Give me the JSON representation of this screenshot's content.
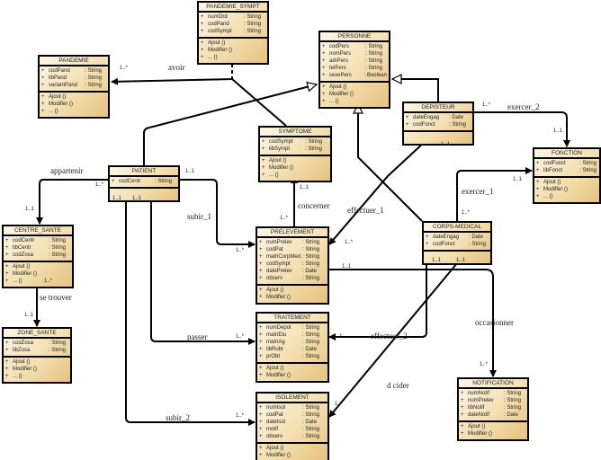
{
  "classes": {
    "pandemie_sympt": {
      "name": "PANDEMIE_SYMPT",
      "attributes": [
        {
          "name": "numOrd",
          "type": ": String"
        },
        {
          "name": "codPand",
          "type": ": String"
        },
        {
          "name": "codSympt",
          "type": ": String"
        }
      ],
      "methods": [
        "Ajout ()",
        "Modifier ()",
        "... ()"
      ]
    },
    "personne": {
      "name": "PERSONNE",
      "attributes": [
        {
          "name": "codPers",
          "type": ": String"
        },
        {
          "name": "nomPers",
          "type": ": String"
        },
        {
          "name": "adrPers",
          "type": ": String"
        },
        {
          "name": "telPers",
          "type": ": String"
        },
        {
          "name": "sexePers",
          "type": ": Boolean"
        }
      ],
      "methods": [
        "Ajout ()",
        "Modifier ()",
        "... ()"
      ]
    },
    "pandemie": {
      "name": "PANDEMIE",
      "attributes": [
        {
          "name": "codPand",
          "type": ": String"
        },
        {
          "name": "libPand",
          "type": ": String"
        },
        {
          "name": "variantPand",
          "type": ": String"
        }
      ],
      "methods": [
        "Ajout ()",
        "Modifier ()",
        "... ()"
      ]
    },
    "symptome": {
      "name": "SYMPTOME",
      "attributes": [
        {
          "name": "codSympt",
          "type": ": String"
        },
        {
          "name": "libSympt",
          "type": ": String"
        }
      ],
      "methods": [
        "Ajout ()",
        "Modifier ()",
        "... ()"
      ]
    },
    "patient": {
      "name": "PATIENT",
      "attributes": [
        {
          "name": "codCentr",
          "type": ": String"
        }
      ],
      "methods": []
    },
    "depisteur": {
      "name": "DEPISTEUR",
      "attributes": [
        {
          "name": "dateEngag",
          "type": ": Date"
        },
        {
          "name": "codFonct",
          "type": ": String"
        }
      ],
      "methods": []
    },
    "fonction": {
      "name": "FONCTION",
      "attributes": [
        {
          "name": "codFonct",
          "type": ": String"
        },
        {
          "name": "libFonct",
          "type": ": String"
        }
      ],
      "methods": [
        "Ajout ()",
        "Modifier ()",
        "... ()"
      ]
    },
    "centre_sante": {
      "name": "CENTRE_SANTE",
      "attributes": [
        {
          "name": "codCentr",
          "type": ": String"
        },
        {
          "name": "libCentr",
          "type": ": String"
        },
        {
          "name": "codZosa",
          "type": ": String"
        }
      ],
      "methods": [
        "Ajout ()",
        "Modifier ()",
        "... ()"
      ]
    },
    "zone_sante": {
      "name": "ZONE_SANTE",
      "attributes": [
        {
          "name": "codZosa",
          "type": ": String"
        },
        {
          "name": "libZosa",
          "type": ": String"
        }
      ],
      "methods": [
        "Ajout ()",
        "Modifier ()",
        "... ()"
      ]
    },
    "prelevement": {
      "name": "PRELEVEMENT",
      "attributes": [
        {
          "name": "numPrelev",
          "type": ": String"
        },
        {
          "name": "codPat",
          "type": ": String"
        },
        {
          "name": "matriCorpMed",
          "type": ": String"
        },
        {
          "name": "codSympt",
          "type": ": String"
        },
        {
          "name": "datePrelev",
          "type": ": Date"
        },
        {
          "name": "observ",
          "type": ": String"
        }
      ],
      "methods": [
        "Ajout ()",
        "Modifier ()"
      ]
    },
    "corps_medical": {
      "name": "CORPS-MEDICAL",
      "attributes": [
        {
          "name": "dateEngag",
          "type": ": Date"
        },
        {
          "name": "codFonct",
          "type": ": String"
        }
      ],
      "methods": []
    },
    "traitement": {
      "name": "TRAITEMENT",
      "attributes": [
        {
          "name": "numDepot",
          "type": ": String"
        },
        {
          "name": "matriEtu",
          "type": ": String"
        },
        {
          "name": "matriAg",
          "type": ": String"
        },
        {
          "name": "libRubr",
          "type": ": Date"
        },
        {
          "name": "prObt",
          "type": ": String"
        }
      ],
      "methods": [
        "Ajout ()",
        "Modifier ()"
      ]
    },
    "isolement": {
      "name": "ISOLEMENT",
      "attributes": [
        {
          "name": "numIsol",
          "type": ": String"
        },
        {
          "name": "codPat",
          "type": ": String"
        },
        {
          "name": "dateIsol",
          "type": ": Date"
        },
        {
          "name": "motif",
          "type": ": String"
        },
        {
          "name": "observ",
          "type": ": String"
        }
      ],
      "methods": [
        "Ajout ()",
        "Modifier ()"
      ]
    },
    "notification": {
      "name": "NOTIFICATION",
      "attributes": [
        {
          "name": "numNotif",
          "type": ": String"
        },
        {
          "name": "numPrelev",
          "type": ": String"
        },
        {
          "name": "libNotif",
          "type": ": String"
        },
        {
          "name": "dateNotif",
          "type": ": Date"
        }
      ],
      "methods": [
        "Ajout ()",
        "Modifier ()"
      ]
    }
  },
  "associations": {
    "avoir": "avoir",
    "appartenir": "appartenir",
    "se_trouver": "se trouver",
    "subir_1": "subir_1",
    "subir_2": "subir_2",
    "passer": "passer",
    "concerner": "concerner",
    "effectuer_1": "effectuer_1",
    "effectuer_2": "effectuer_2",
    "decider": "d  cider",
    "occasionner": "occasionner",
    "exercer_1": "exercer_1",
    "exercer_2": "exercer_2"
  },
  "multiplicities": {
    "avoir_pandemie": "1..*",
    "patient_app": "1..*",
    "centre_app": "1..1",
    "centre_trouver": "1..*",
    "zone_trouver": "1..1",
    "patient_subir1": "1..1",
    "prelev_subir1": "1..*",
    "patient_passer": "1..1",
    "trait_passer": "1..*",
    "patient_subir2": "1..1",
    "isol_subir2": "1..*",
    "sympt_conc": "1..1",
    "prelev_conc": "1..*",
    "prelev_eff1": "1..*",
    "dep_eff1": "1..1",
    "prelev_occ": "1..1",
    "notif_occ": "1..*",
    "dep_ex2": "1..*",
    "fonc_ex2": "1..1",
    "fonc_ex1": "1..1",
    "corps_ex1": "1..*",
    "corps_eff2": "1..1",
    "trait_eff2": "1..*",
    "corps_dec": "1..1",
    "isol_dec": "1..*"
  }
}
